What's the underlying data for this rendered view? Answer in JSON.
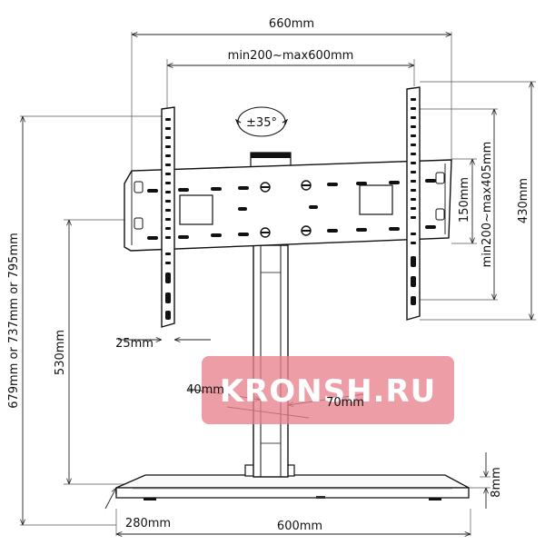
{
  "dimensions": {
    "overall_width": "660mm",
    "vesa_horizontal": "min200~max600mm",
    "swivel": "±35°",
    "adjust_150": "150mm",
    "vesa_vertical": "min200~max405mm",
    "bracket_height": "430mm",
    "total_height": "679mm or 737mm or 795mm",
    "column_height": "530mm",
    "arm_width": "25mm",
    "offset_40": "40mm",
    "offset_70": "70mm",
    "base_thickness": "8mm",
    "base_depth": "280mm",
    "base_width": "600mm"
  },
  "watermark": "KRONSH.RU",
  "colors": {
    "line": "#111111",
    "plate": "#ffffff",
    "watermark_bg": "#e8828c",
    "watermark_text": "#ffffff"
  }
}
